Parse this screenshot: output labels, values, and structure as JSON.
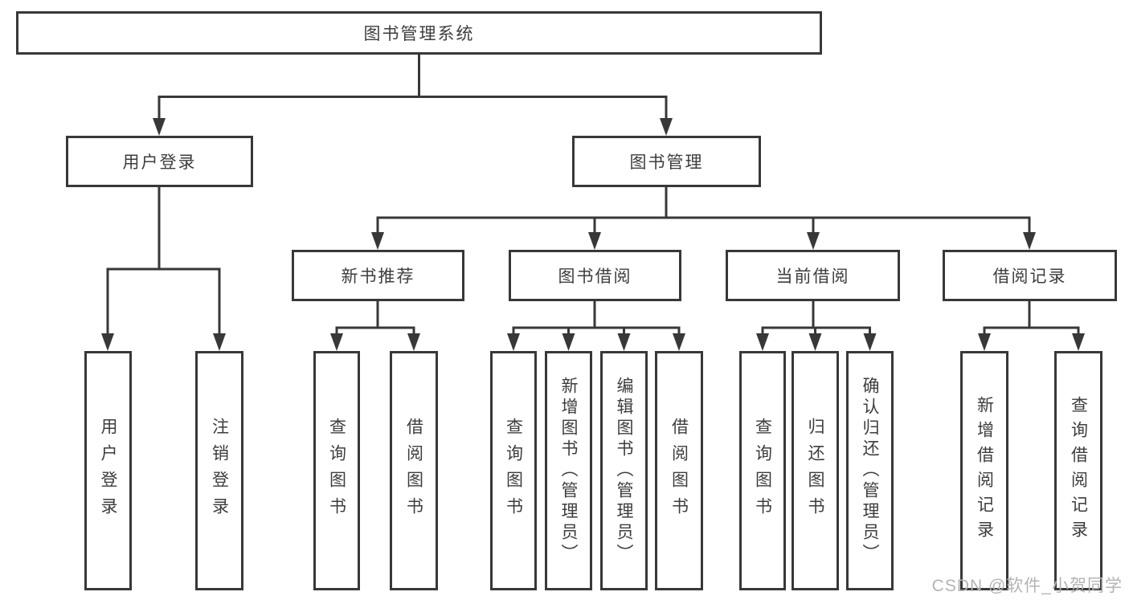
{
  "diagram": {
    "root": "图书管理系统",
    "level2": {
      "user_login": "用户登录",
      "book_management": "图书管理"
    },
    "level3": {
      "new_book_recommend": "新书推荐",
      "book_borrowing": "图书借阅",
      "current_borrowing": "当前借阅",
      "borrowing_records": "借阅记录"
    },
    "leaves": {
      "user_login": [
        "用户登录",
        "注销登录"
      ],
      "new_book_recommend": [
        "查询图书",
        "借阅图书"
      ],
      "book_borrowing": [
        "查询图书",
        "新增图书（管理员）",
        "编辑图书（管理员）",
        "借阅图书"
      ],
      "current_borrowing": [
        "查询图书",
        "归还图书",
        "确认归还（管理员）"
      ],
      "borrowing_records": [
        "新增借阅记录",
        "查询借阅记录"
      ]
    }
  },
  "watermark": "CSDN @软件_小贺同学",
  "colors": {
    "line": "#383838",
    "text": "#3d3d3d",
    "watermark": "#b4b4b4",
    "background": "#ffffff"
  }
}
